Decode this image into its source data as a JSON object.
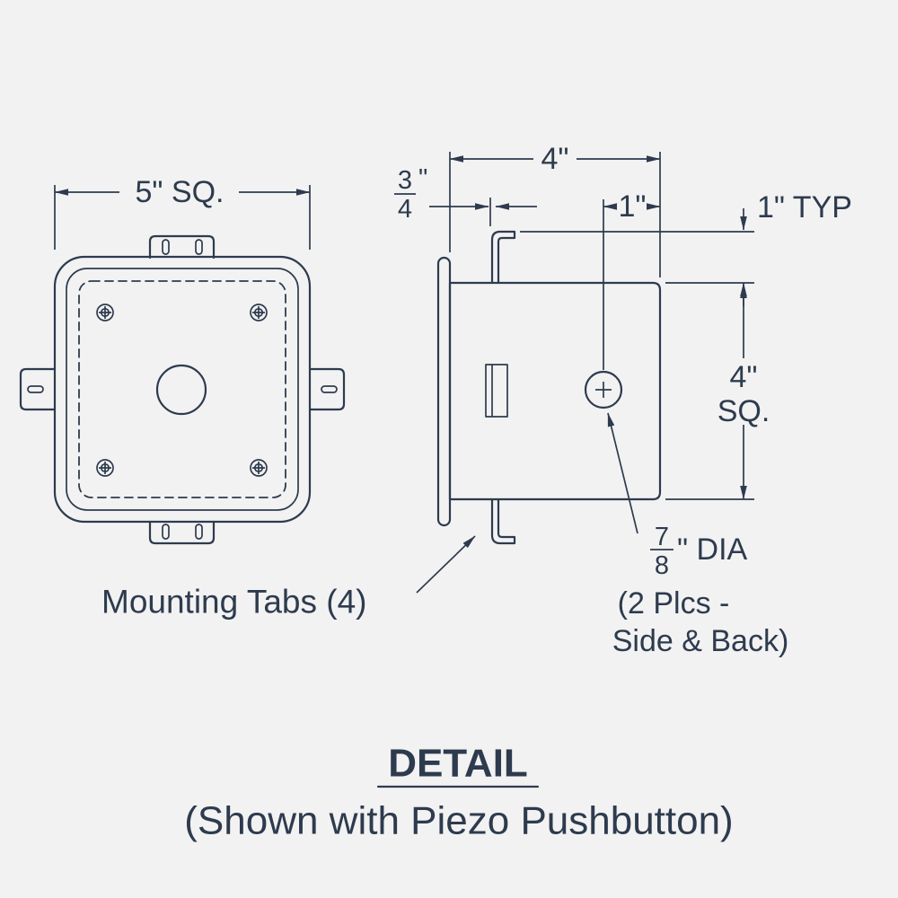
{
  "drawing": {
    "front": {
      "dim_width": "5\" SQ.",
      "tabs_label": "Mounting Tabs (4)"
    },
    "side": {
      "dim_depth": "4\"",
      "flange_num": "3",
      "flange_den": "4",
      "flange_unit": "\"",
      "dim_hole_offset": "1\"",
      "dim_tab": "1\" TYP",
      "dim_height_1": "4\"",
      "dim_height_2": "SQ.",
      "hole_num": "7",
      "hole_den": "8",
      "hole_suffix": "\" DIA",
      "note1": "(2 Plcs -",
      "note2": "Side & Back)"
    },
    "title": "DETAIL",
    "subtitle": "(Shown with Piezo Pushbutton)",
    "colors": {
      "line": "#2e3b4e",
      "background": "#f2f2f2"
    }
  }
}
